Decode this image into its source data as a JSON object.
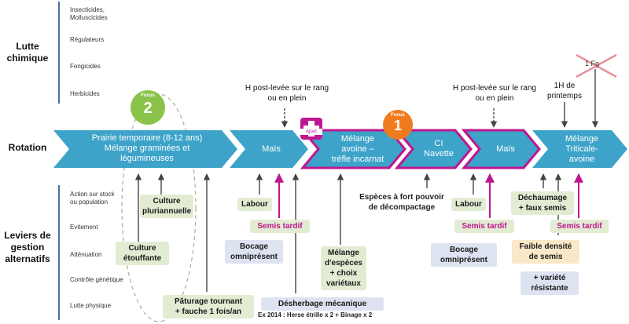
{
  "sections": {
    "chemical": "Lutte\nchimique",
    "rotation": "Rotation",
    "levers": "Leviers de\ngestion\nalternatifs"
  },
  "chemical_categories": [
    "Insecticides,\nMolluscicides",
    "Régulateurs",
    "Fongicides",
    "Herbicides"
  ],
  "lever_categories": [
    "Action sur stock\nou population",
    "Evitement",
    "Atténuation",
    "Contrôle génétique",
    "Lutte physique"
  ],
  "herbicide_notes": {
    "mais1": "H post-levée sur le rang\nou en plein",
    "mais2": "H post-levée sur le rang\nou en plein",
    "triticale": "1H de\nprintemps"
  },
  "fungicide_mark": "1 Fg",
  "focus": [
    {
      "label": "Focus",
      "number": "2"
    },
    {
      "label": "Focus",
      "number": "1"
    }
  ],
  "ajout": "Ajout",
  "rotation_steps": [
    {
      "label": "Prairie temporaire (8-12 ans)\nMélange graminées et\nlégumineuses"
    },
    {
      "label": "Maïs"
    },
    {
      "label": "Mélange\navoine –\ntrèfle incarnat"
    },
    {
      "label": "CI\nNavette"
    },
    {
      "label": "Maïs"
    },
    {
      "label": "Mélange\nTriticale-\navoine"
    }
  ],
  "levers": {
    "culture_pluri": "Culture\npluriannuelle",
    "culture_etouffante": "Culture\nétouffante",
    "paturage": "Pâturage tournant\n+ fauche 1 fois/an",
    "labour1": "Labour",
    "semis_tardif1": "Semis tardif",
    "bocage1": "Bocage\nomniprésent",
    "melange_especes": "Mélange\nd'espèces\n+ choix\nvariétaux",
    "desherbage": "Désherbage mécanique",
    "desherbage_detail": "Ex 2014 : Herse étrille x 2 + Binage x 2",
    "especes_decompactage": "Espèces à fort pouvoir\nde décompactage",
    "labour2": "Labour",
    "semis_tardif2": "Semis tardif",
    "bocage2": "Bocage\nomniprésent",
    "dechaumage": "Déchaumage\n+ faux semis",
    "semis_tardif3": "Semis tardif",
    "faible_densite": "Faible densité\nde semis",
    "variete": "+ variété\nrésistante"
  },
  "colors": {
    "chevron": "#3da3c9",
    "pink": "#c0168f",
    "green_focus": "#8bc34a",
    "orange_focus": "#f07b1e",
    "bracket": "#4a6fa5"
  }
}
